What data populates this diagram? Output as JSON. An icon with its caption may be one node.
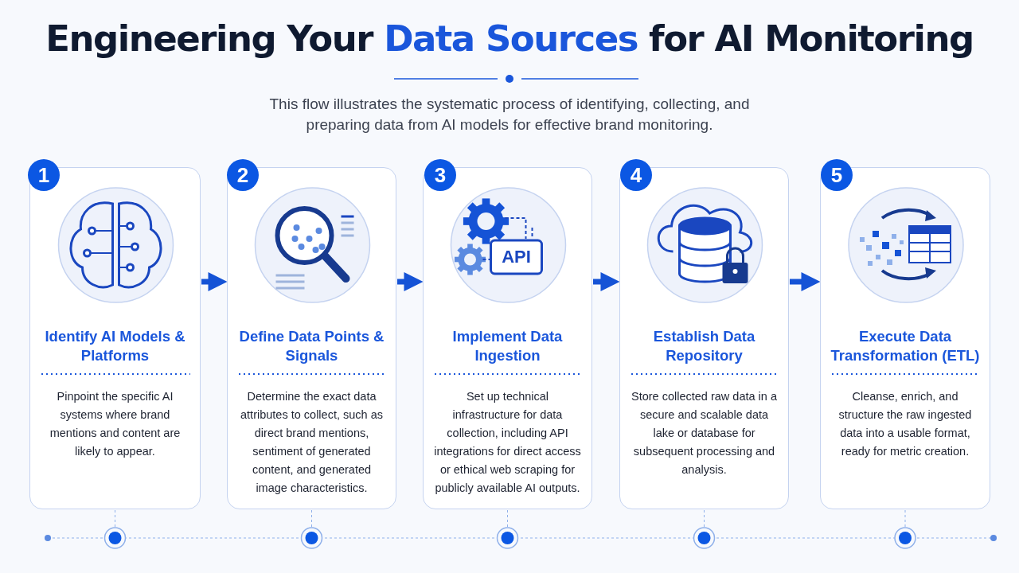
{
  "diagram": {
    "title": "Engineering Your **Data Sources** for AI Monitoring",
    "caption": "This flow illustrates the systematic process of identifying, collecting, and preparing data from AI models for effective brand monitoring.",
    "nodes": [
      {
        "text": [
          "1"
        ]
      },
      {
        "text": [
          "Identify AI Models & Platforms",
          "Pinpoint the specific AI systems where brand mentions and content are likely to appear."
        ]
      },
      {
        "text": [
          "2"
        ]
      },
      {
        "text": [
          "Define Data Points & Signals",
          "Determine the exact data attributes to collect, such as direct brand mentions, sentiment of generated content, and generated image characteristics."
        ]
      },
      {
        "text": [
          "3"
        ]
      },
      {
        "text": [
          "Implement Data Ingestion",
          "Set up technical infrastructure for data collection, including API integrations for direct access or ethical web scraping for publicly available AI outputs."
        ]
      },
      {
        "text": [
          "4"
        ]
      },
      {
        "text": [
          "Establish Data Repository",
          "Store collected raw data in a secure and scalable data lake or database for subsequent processing and analysis."
        ]
      },
      {
        "text": [
          "5"
        ]
      },
      {
        "text": [
          "Execute Data Transformation (ETL)",
          "Cleanse, enrich, and structure the raw ingested data into a usable format, ready for metric creation."
        ]
      }
    ],
    "edges": [
      {
        "from": 1,
        "to": 3,
        "arrow": "to"
      },
      {
        "from": 3,
        "to": 5,
        "arrow": "to"
      },
      {
        "from": 5,
        "to": 7,
        "arrow": "to"
      },
      {
        "from": 7,
        "to": 9,
        "arrow": "to"
      }
    ],
    "labels": [
      "API"
    ]
  }
}
